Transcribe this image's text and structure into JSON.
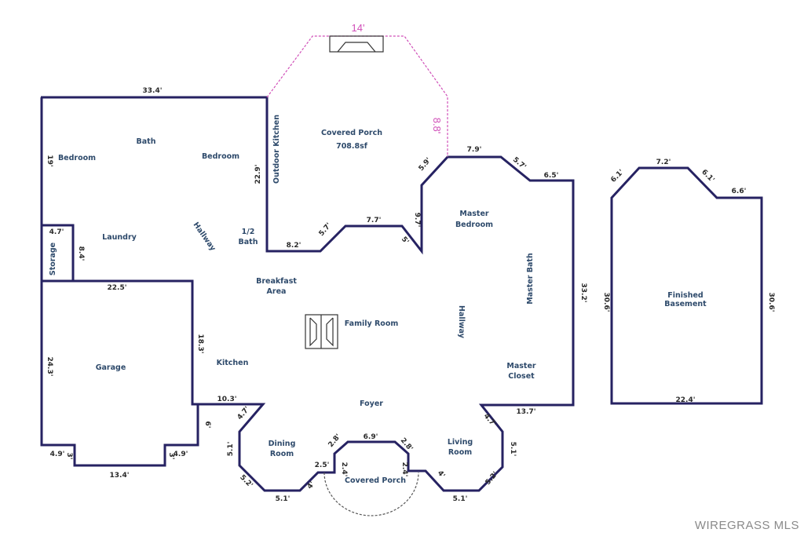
{
  "colors": {
    "wall": "#262262",
    "porch_outline": "#d04fb8",
    "room_label": "#2e4a6b",
    "dimension": "#2a2a2a"
  },
  "rooms": [
    "Bedroom",
    "Bath",
    "Bedroom",
    "Outdoor Kitchen",
    "Covered Porch",
    "708.8sf",
    "Laundry",
    "Hallway",
    "1/2",
    "Bath",
    "Storage",
    "Breakfast",
    "Area",
    "Family Room",
    "Master",
    "Bedroom",
    "Master Bath",
    "Hallway",
    "Garage",
    "Kitchen",
    "Master",
    "Closet",
    "Foyer",
    "Dining",
    "Room",
    "Living",
    "Room",
    "Covered Porch",
    "Finished",
    "Basement"
  ],
  "dimensions": [
    "33.4'",
    "19'",
    "22.9'",
    "4.7'",
    "8.4'",
    "22.5'",
    "18.3'",
    "24.3'",
    "10.3'",
    "6'",
    "4.7'",
    "5.1'",
    "5.2'",
    "5.1'",
    "4'",
    "2.5'",
    "2.8'",
    "2.4'",
    "6.9'",
    "2.8'",
    "2.4'",
    "4'",
    "5.1'",
    "5.2'",
    "5.1'",
    "4.7'",
    "13.7'",
    "33.2'",
    "4.9'",
    "3'",
    "13.4'",
    "3'",
    "4.9'",
    "8.2'",
    "5.7'",
    "7.7'",
    "5'",
    "9.7'",
    "5.9'",
    "7.9'",
    "5.7'",
    "6.5'",
    "6.1'",
    "7.2'",
    "6.1'",
    "6.6'",
    "30.6'",
    "30.6'",
    "22.4'"
  ],
  "porch_dimensions": [
    "14'",
    "8.8'"
  ],
  "watermark": "WIREGRASS MLS"
}
